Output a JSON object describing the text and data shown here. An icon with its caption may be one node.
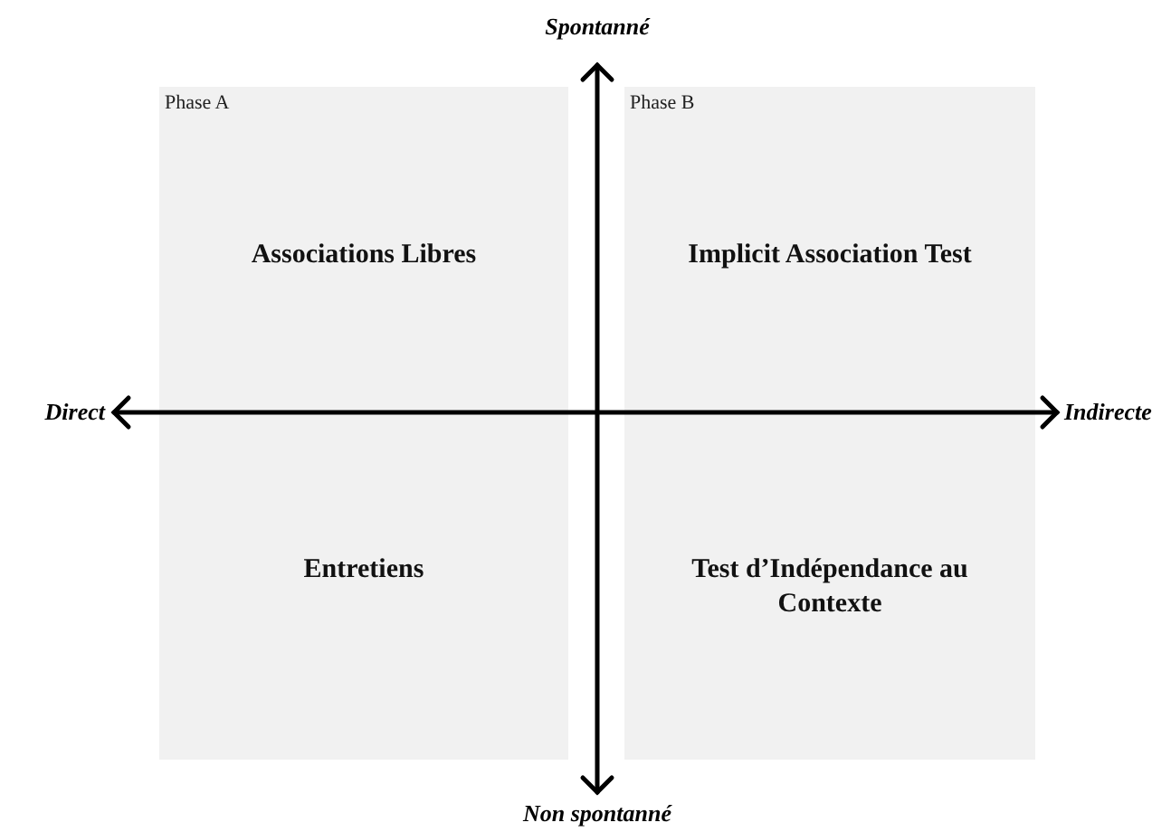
{
  "diagram": {
    "nodes": [
      {
        "text": [
          "Phase A",
          "Associations Libres",
          "Entretiens"
        ]
      },
      {
        "text": [
          "Phase B",
          "Implicit Association Test",
          "Test d’Indépendance au Contexte"
        ]
      }
    ],
    "labels": [
      "Spontanné",
      "Direct",
      "Indirecte",
      "Non spontanné"
    ]
  }
}
